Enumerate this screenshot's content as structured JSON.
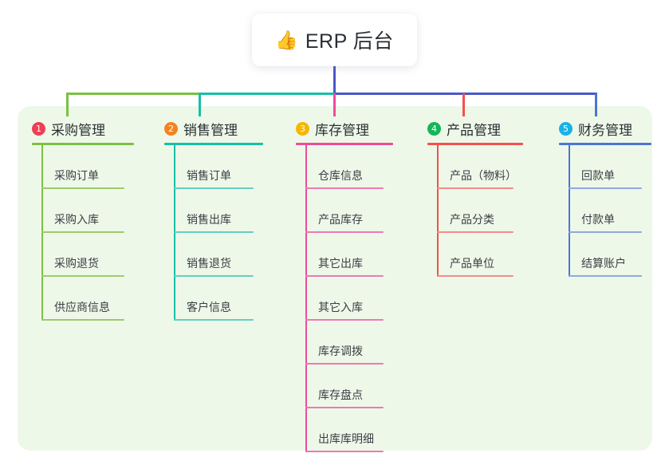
{
  "diagram": {
    "type": "mindmap",
    "background_color": "#ffffff",
    "panel_color": "#eef8e9",
    "root": {
      "icon": "thumbs-up-icon",
      "emoji": "👍",
      "title": "ERP 后台"
    },
    "trunk_colors": {
      "green": "#7ac143",
      "teal": "#16bfa7",
      "blue": "#4a58c8"
    },
    "branches": [
      {
        "number": "1",
        "title": "采购管理",
        "badge_color": "#ef3e56",
        "line_color": "#7ac143",
        "leaf_color": "#9ccb6a",
        "width": 128,
        "items": [
          "采购订单",
          "采购入库",
          "采购退货",
          "供应商信息"
        ]
      },
      {
        "number": "2",
        "title": "销售管理",
        "badge_color": "#f58220",
        "line_color": "#16bfa7",
        "leaf_color": "#63cfc2",
        "width": 124,
        "items": [
          "销售订单",
          "销售出库",
          "销售退货",
          "客户信息"
        ]
      },
      {
        "number": "3",
        "title": "库存管理",
        "badge_color": "#f7b500",
        "line_color": "#ee4b9b",
        "leaf_color": "#ef79b4",
        "width": 122,
        "items": [
          "仓库信息",
          "产品库存",
          "其它出库",
          "其它入库",
          "库存调拨",
          "库存盘点",
          "出库库明细"
        ]
      },
      {
        "number": "4",
        "title": "产品管理",
        "badge_color": "#15b55a",
        "line_color": "#f5504e",
        "leaf_color": "#f58b89",
        "width": 120,
        "items": [
          "产品（物料）",
          "产品分类",
          "产品单位"
        ]
      },
      {
        "number": "5",
        "title": "财务管理",
        "badge_color": "#17b2e8",
        "line_color": "#4a76d4",
        "leaf_color": "#8fa9e0",
        "width": 116,
        "items": [
          "回款单",
          "付款单",
          "结算账户"
        ]
      }
    ]
  }
}
